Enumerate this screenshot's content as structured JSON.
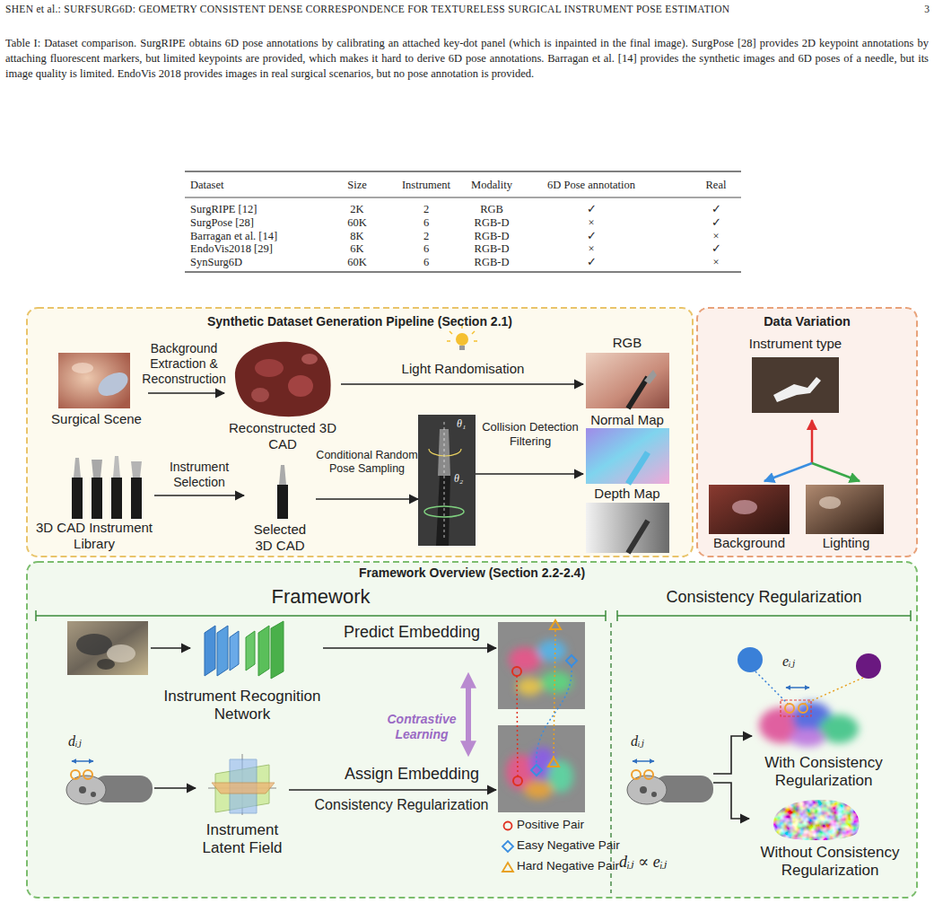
{
  "diagram": {
    "caption": "Table I: Dataset comparison. SurgRIPE obtains 6D pose annotations by calibrating an attached key-dot panel (which is inpainted in the final image). SurgPose [28] provides 2D keypoint annotations by attaching fluorescent markers, but limited keypoints are provided, which makes it hard to derive 6D pose annotations. Barragan et al. [14] provides the synthetic images and 6D poses of a needle, but its image quality is limited. EndoVis 2018 provides images in real surgical scenarios, but no pose annotation is provided.",
    "nodes": [
      {
        "text": [
          "Synthetic Dataset Generation Pipeline (Section 2.1)"
        ]
      },
      {
        "text": [
          "Surgical Scene"
        ],
        "in": 0
      },
      {
        "text": [
          "Reconstructed 3D CAD"
        ],
        "in": 0
      },
      {
        "text": [
          "3D CAD Instrument Library"
        ],
        "in": 0
      },
      {
        "text": [
          "Selected 3D CAD"
        ],
        "in": 0
      },
      {
        "text": [
          "θ₁",
          "θ₂"
        ],
        "in": 0
      },
      {
        "text": [
          "RGB"
        ],
        "in": 0
      },
      {
        "text": [
          "Normal Map"
        ],
        "in": 0
      },
      {
        "text": [
          "Depth Map"
        ],
        "in": 0
      },
      {
        "text": [
          "Data Variation"
        ]
      },
      {
        "text": [
          "Instrument type"
        ],
        "in": 9
      },
      {
        "text": [
          "Background"
        ],
        "in": 9
      },
      {
        "text": [
          "Lighting"
        ],
        "in": 9
      },
      {
        "text": [
          "Framework Overview (Section 2.2-2.4)"
        ]
      },
      {
        "text": [
          "Instrument Recognition Network"
        ],
        "in": 13
      },
      {
        "text": [
          "dᵢⱼ"
        ],
        "in": 13
      },
      {
        "text": [
          "Instrument Latent Field"
        ],
        "in": 13
      },
      {
        "text": [
          "Contrastive Learning"
        ],
        "in": 13
      },
      {
        "text": [
          "dᵢⱼ"
        ],
        "in": 13
      },
      {
        "text": [
          "With Consistency Regularization"
        ],
        "in": 13
      },
      {
        "text": [
          "Without Consistency Regularization"
        ],
        "in": 13
      }
    ],
    "edges": [
      {
        "from": 1,
        "to": 2,
        "arrow": "to",
        "label": "Background Extraction & Reconstruction"
      },
      {
        "from": 2,
        "to": 6,
        "arrow": "to",
        "label": "Light Randomisation"
      },
      {
        "from": 3,
        "to": 4,
        "arrow": "to",
        "label": "Instrument Selection"
      },
      {
        "from": 4,
        "to": 5,
        "arrow": "to",
        "label": "Conditional Random Pose Sampling"
      },
      {
        "from": 5,
        "to": 7,
        "arrow": "to",
        "label": "Collision Detection Filtering"
      },
      {
        "from": 14,
        "to": 17,
        "arrow": "to",
        "label": "Predict Embedding"
      },
      {
        "from": 15,
        "to": 16,
        "arrow": "to"
      },
      {
        "from": 16,
        "to": 17,
        "arrow": "to",
        "label": "Assign Embedding"
      },
      {
        "from": 18,
        "to": 19,
        "arrow": "to"
      },
      {
        "from": 18,
        "to": 20,
        "arrow": "to"
      }
    ],
    "labels": [
      "SHEN et al.: SURFSURG6D: GEOMETRY CONSISTENT DENSE CORRESPONDENCE FOR TEXTURELESS SURGICAL INSTRUMENT POSE ESTIMATION",
      "3",
      "Dataset",
      "Size",
      "Instrument",
      "Modality",
      "6D Pose annotation",
      "Real",
      "SurgRIPE [12]",
      "2K",
      "2",
      "RGB",
      "✓",
      "✓",
      "SurgPose [28]",
      "60K",
      "6",
      "RGB-D",
      "×",
      "✓",
      "Barragan et al. [14]",
      "8K",
      "2",
      "RGB-D",
      "✓",
      "×",
      "EndoVis2018 [29]",
      "6K",
      "6",
      "RGB-D",
      "×",
      "✓",
      "SynSurg6D",
      "60K",
      "6",
      "RGB-D",
      "✓",
      "×",
      "Framework",
      "Consistency Regularization",
      "Consistency Regularization",
      "eᵢⱼ",
      "dᵢⱼ ∝ eᵢⱼ"
    ],
    "legend": [
      {
        "text": "Positive Pair"
      },
      {
        "text": "Easy Negative Pair"
      },
      {
        "text": "Hard Negative Pair"
      }
    ]
  }
}
